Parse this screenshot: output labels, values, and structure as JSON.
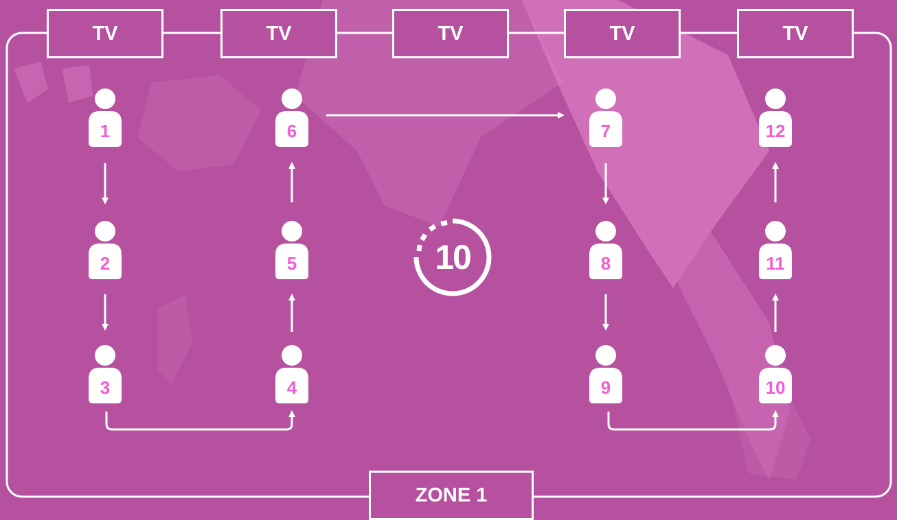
{
  "tv_boxes": [
    "TV",
    "TV",
    "TV",
    "TV",
    "TV"
  ],
  "zone": {
    "label": "ZONE 1"
  },
  "players": [
    "1",
    "2",
    "3",
    "4",
    "5",
    "6",
    "7",
    "8",
    "9",
    "10",
    "11",
    "12"
  ],
  "timer": {
    "value": "10",
    "icon": "timer-icon"
  },
  "colors": {
    "background": "#b5519f",
    "line": "#ffffff",
    "player_number": "#f25ecf"
  }
}
